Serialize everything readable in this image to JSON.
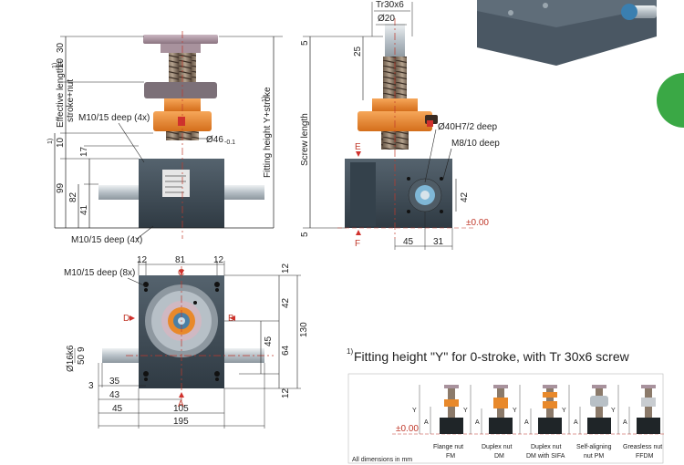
{
  "front": {
    "d30": "30",
    "d10a": "10",
    "sup1a": "1)",
    "effective_length": "Effective length=",
    "stroke_nut": "stroke+nut",
    "sup1b": "1)",
    "d10b": "10",
    "d17": "17",
    "d99": "99",
    "d82": "82",
    "d41": "41",
    "m10_4x": "M10/15 deep (4x)",
    "dia46": "Ø46",
    "tol": "-0.1",
    "m10_4x_bottom": "M10/15 deep (4x)"
  },
  "middle": {
    "fitting_height": "Fitting height Y+stroke",
    "sup1": "1)",
    "screw_length": "Screw length",
    "d5a": "5",
    "d5b": "5"
  },
  "side": {
    "tr": "Tr30x6",
    "dia20": "Ø20",
    "d25": "25",
    "e_label": "E",
    "f_label": "F",
    "bore": "Ø40H7/2 deep",
    "m8": "M8/10 deep",
    "d42": "42",
    "zero": "±0.00",
    "d45": "45",
    "d31": "31"
  },
  "top": {
    "m10_8x": "M10/15 deep (8x)",
    "d12a": "12",
    "d81": "81",
    "d12b": "12",
    "c_label": "C",
    "d_label": "D",
    "b_label": "B",
    "a_label": "A",
    "d12r": "12",
    "d42": "42",
    "d130": "130",
    "d45": "45",
    "d64": "64",
    "d12r2": "12",
    "dia16": "Ø16k6",
    "d50": "50",
    "d9": "9",
    "d3": "3",
    "d35": "35",
    "d43": "43",
    "d45b": "45",
    "d105": "105",
    "d195": "195"
  },
  "inset": {
    "title_sup": "1)",
    "title": "Fitting height \"Y\" for 0-stroke, with Tr 30x6 screw",
    "zero": "±0.00",
    "all_dims": "All dimensions in mm",
    "labels": [
      {
        "line1": "Flange nut",
        "line2": "FM"
      },
      {
        "line1": "Duplex nut",
        "line2": "DM"
      },
      {
        "line1": "Duplex nut",
        "line2": "DM with SIFA"
      },
      {
        "line1": "Self-aligning",
        "line2": "nut PM"
      },
      {
        "line1": "Greasless nut",
        "line2": "FFDM"
      }
    ],
    "y": "Y",
    "a": "A"
  },
  "colors": {
    "body": "#3d4a55",
    "nut": "#e8892b",
    "red": "#d0312d",
    "accent": "#3aa845"
  }
}
